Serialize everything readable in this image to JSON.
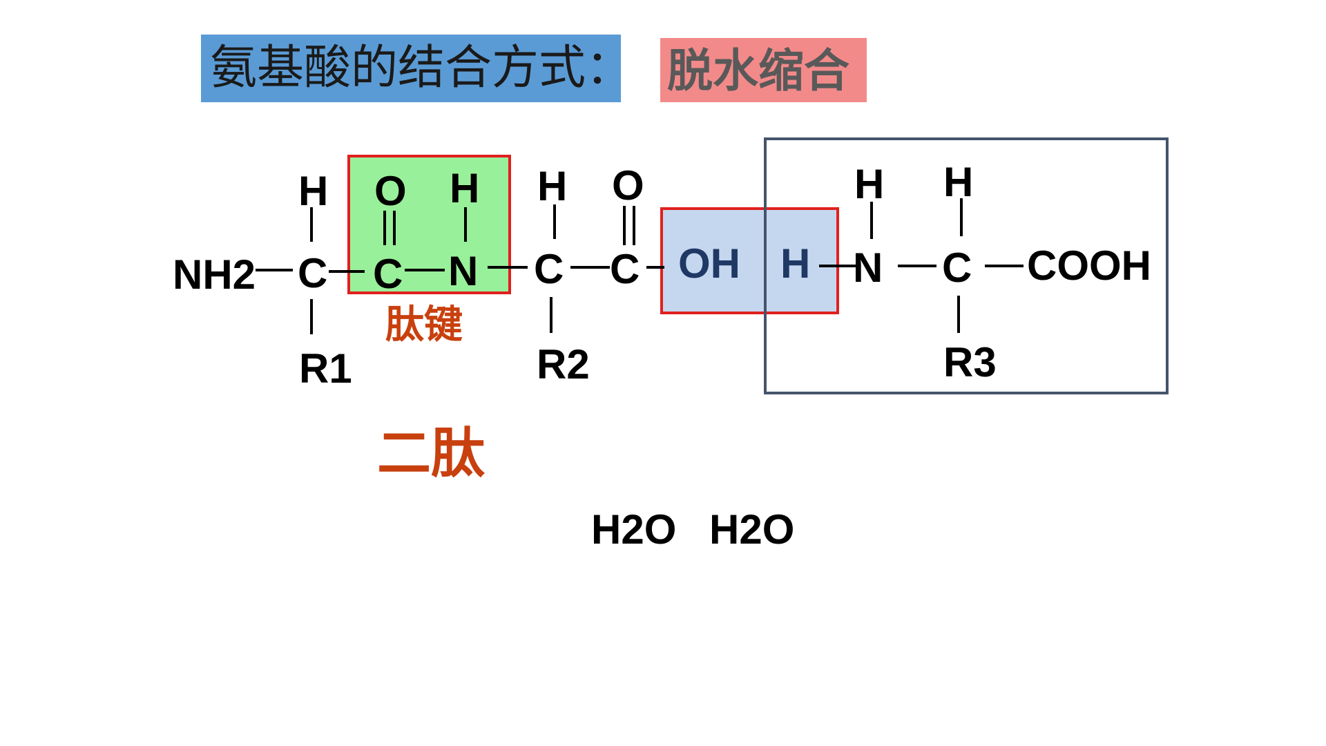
{
  "title": "氨基酸的结合方式：",
  "method": "脱水缩合",
  "bond_label": "肽键",
  "product_label": "二肽",
  "water_1": "H2O",
  "water_2": "H2O",
  "molecule": {
    "nh2": "NH2",
    "c1": "C",
    "h1": "H",
    "r1": "R1",
    "c2": "C",
    "o1": "O",
    "n1": "N",
    "h2": "H",
    "c3": "C",
    "h3": "H",
    "r2": "R2",
    "c4": "C",
    "o2": "O",
    "oh": "OH",
    "h4": "H",
    "n2": "N",
    "h5": "H",
    "c5": "C",
    "h6": "H",
    "r3": "R3",
    "cooh": "COOH"
  },
  "colors": {
    "title_bg": "#5b9bd5",
    "method_bg": "#f38a8a",
    "peptide_bond_fill": "#99f09a",
    "highlight_border": "#e0201e",
    "water_removal_fill": "#c4d7ef",
    "third_acid_border": "#44546a",
    "label_orange": "#c8400e",
    "oh_text": "#1f3864"
  }
}
